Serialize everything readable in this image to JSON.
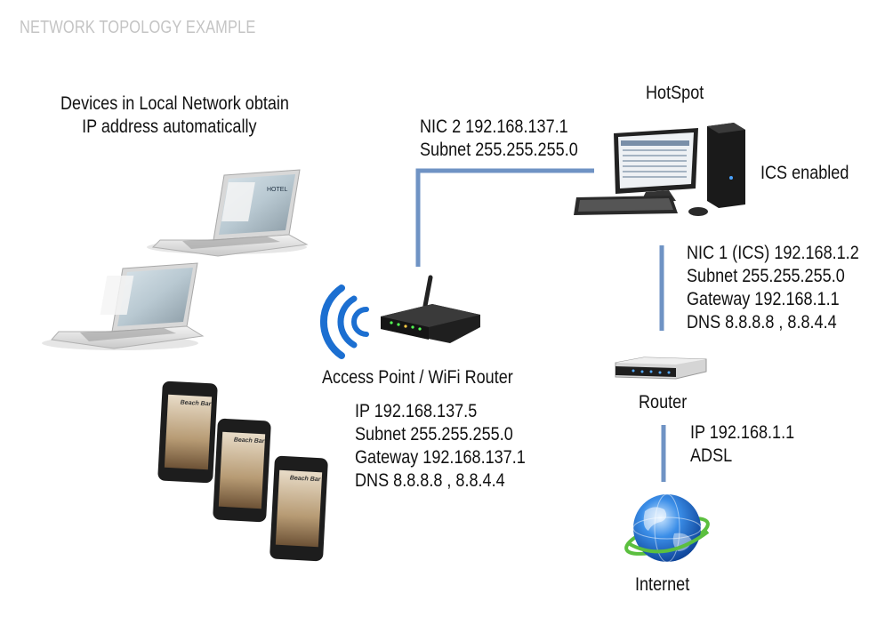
{
  "title": "NETWORK TOPOLOGY EXAMPLE",
  "local_devices": {
    "caption_line1": "Devices in Local Network obtain",
    "caption_line2": "IP address automatically",
    "laptop_screen_text": "HOTEL",
    "phone_screen_text": "Beach Bar"
  },
  "access_point": {
    "label": "Access Point / WiFi Router",
    "ip": "IP 192.168.137.5",
    "subnet": "Subnet 255.255.255.0",
    "gateway": "Gateway 192.168.137.1",
    "dns": "DNS 8.8.8.8 , 8.8.4.4"
  },
  "nic2": {
    "line1": "NIC 2 192.168.137.1",
    "line2": "Subnet 255.255.255.0"
  },
  "hotspot": {
    "label": "HotSpot",
    "status": "ICS enabled"
  },
  "nic1": {
    "line1": "NIC 1 (ICS) 192.168.1.2",
    "line2": "Subnet 255.255.255.0",
    "line3": "Gateway 192.168.1.1",
    "line4": "DNS 8.8.8.8 , 8.8.4.4"
  },
  "router": {
    "label": "Router",
    "ip": "IP 192.168.1.1",
    "link": "ADSL"
  },
  "internet": {
    "label": "Internet"
  },
  "colors": {
    "link_line": "#6f93c4",
    "wifi": "#1c6fd1",
    "title_grey": "#c4c4c4"
  }
}
